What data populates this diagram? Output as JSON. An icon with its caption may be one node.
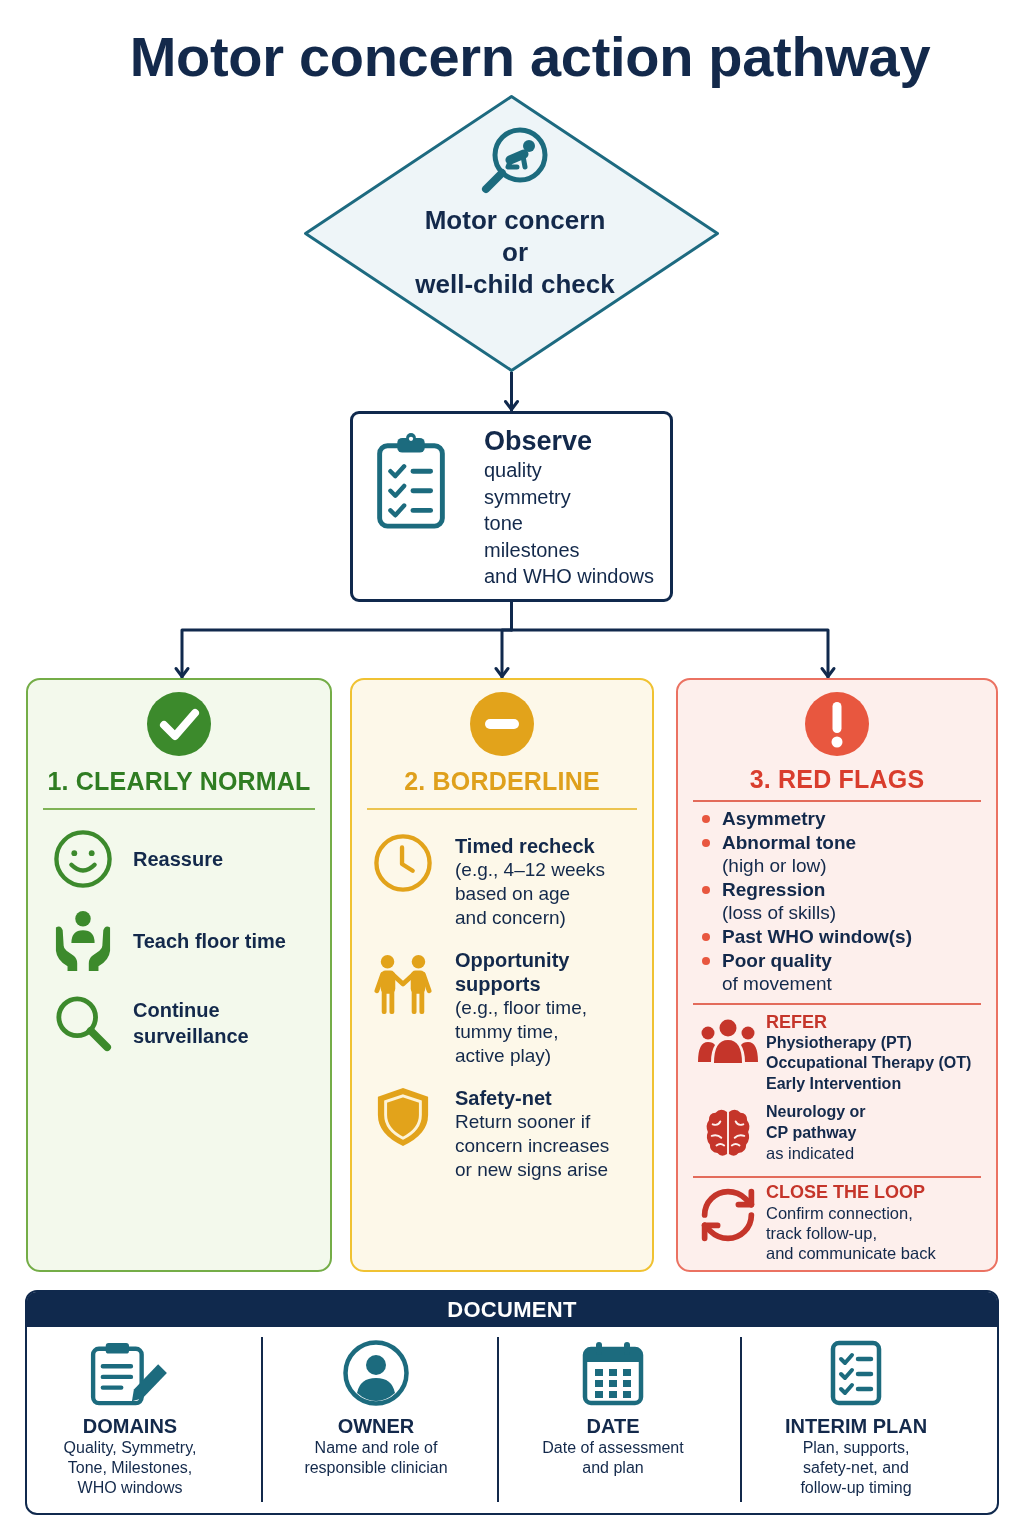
{
  "diagram": {
    "title": "Motor concern action pathway",
    "nodes": [
      {
        "text": [
          "Motor concern or well-child check"
        ]
      },
      {
        "text": [
          "Observe",
          "quality",
          "symmetry",
          "tone",
          "milestones",
          "and WHO windows"
        ]
      },
      {
        "text": [
          "1. CLEARLY NORMAL",
          "Reassure",
          "Teach floor time",
          "Continue surveillance"
        ]
      },
      {
        "text": [
          "2. BORDERLINE",
          "Timed recheck",
          "(e.g., 4–12 weeks based on age and concern)",
          "Opportunity supports",
          "(e.g., floor time, tummy time, active play)",
          "Safety-net",
          "Return sooner if concern increases or new signs arise"
        ]
      },
      {
        "text": [
          "3. RED FLAGS",
          "Asymmetry",
          "Abnormal tone",
          "(high or low)",
          "Regression",
          "(loss of skills)",
          "Past WHO window(s)",
          "Poor quality",
          "of movement",
          "REFER",
          "Physiotherapy (PT)",
          "Occupational Therapy (OT)",
          "Early Intervention",
          "Neurology or CP pathway",
          "as indicated",
          "CLOSE THE LOOP",
          "Confirm connection, track follow-up, and communicate back"
        ]
      },
      {
        "text": [
          "DOCUMENT",
          "DOMAINS",
          "Quality, Symmetry, Tone, Milestones, WHO windows",
          "OWNER",
          "Name and role of responsible clinician",
          "DATE",
          "Date of assessment and plan",
          "INTERIM PLAN",
          "Plan, supports, safety-net, and follow-up timing"
        ]
      }
    ],
    "edges": [
      {
        "from": 0,
        "to": 1,
        "arrow": "to"
      },
      {
        "from": 1,
        "to": 2,
        "arrow": "to"
      },
      {
        "from": 1,
        "to": 3,
        "arrow": "to"
      },
      {
        "from": 1,
        "to": 4,
        "arrow": "to"
      }
    ]
  }
}
